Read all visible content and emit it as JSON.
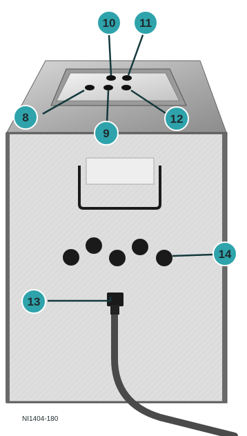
{
  "figure_code": "NI1404-180",
  "callouts": {
    "c8": "8",
    "c9": "9",
    "c10": "10",
    "c11": "11",
    "c12": "12",
    "c13": "13",
    "c14": "14"
  },
  "colors": {
    "callout_fill": "#2fa3ab",
    "callout_stroke": "#ffffff",
    "leader": "#14393d",
    "body_outline": "#5a5a5a",
    "body_fill": "#dcdcdc",
    "top_fill": "#bfbfbf",
    "panel_fill": "#e0e0e0",
    "connector": "#1a1a1a",
    "cable": "#4a4a4a"
  }
}
